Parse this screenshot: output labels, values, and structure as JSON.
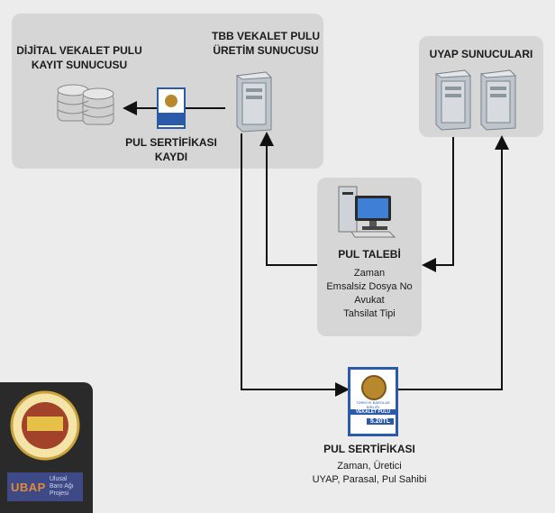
{
  "nodes": {
    "digital_server": {
      "title_line1": "DİJİTAL VEKALET PULU",
      "title_line2": "KAYIT SUNUCUSU"
    },
    "tbb_server": {
      "title_line1": "TBB VEKALET PULU",
      "title_line2": "ÜRETİM SUNUCUSU"
    },
    "uyap_servers": {
      "title": "UYAP SUNUCULARI"
    },
    "pul_sertifikasi_kaydi": {
      "line1": "PUL SERTİFİKASI",
      "line2": "KAYDI"
    },
    "pul_talebi": {
      "title": "PUL TALEBİ",
      "fields": [
        "Zaman",
        "Emsalsiz Dosya No",
        "Avukat",
        "Tahsilat Tipi"
      ]
    },
    "pul_sertifikasi": {
      "title": "PUL SERTİFİKASI",
      "line1": "Zaman, Üretici",
      "line2": "UYAP, Parasal, Pul Sahibi"
    }
  },
  "stamp": {
    "line1": "TÜRKİYE BAROLAR",
    "line2": "BİRLİĞİ",
    "line3": "VEKALET PULU",
    "price": "5.20TL"
  },
  "logo": {
    "name": "UBAP",
    "subtitle_line1": "Ulusal",
    "subtitle_line2": "Baro Ağı",
    "subtitle_line3": "Projesi"
  },
  "colors": {
    "background": "#ececec",
    "panel": "#d6d6d6",
    "connector": "#111111",
    "stamp_blue": "#2b5aa8",
    "ubap_blue": "#3d4a86"
  }
}
